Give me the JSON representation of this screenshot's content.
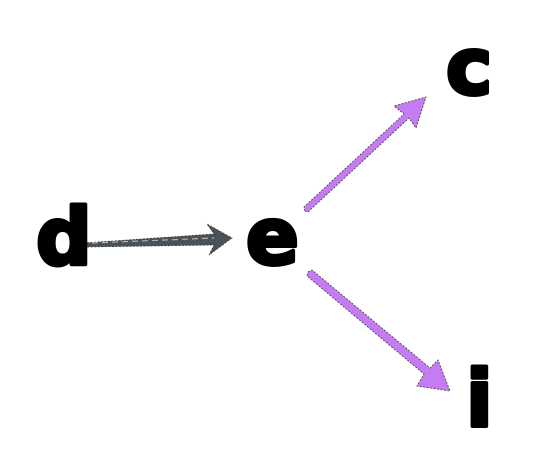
{
  "diagram": {
    "nodes": [
      {
        "id": "d",
        "label": "d"
      },
      {
        "id": "e",
        "label": "e"
      },
      {
        "id": "c",
        "label": "c"
      },
      {
        "id": "i",
        "label": "i"
      }
    ],
    "edges": [
      {
        "from": "d",
        "to": "e",
        "color": "#4b5257"
      },
      {
        "from": "e",
        "to": "c",
        "color": "#c57cf2"
      },
      {
        "from": "e",
        "to": "i",
        "color": "#c57cf2"
      }
    ]
  }
}
